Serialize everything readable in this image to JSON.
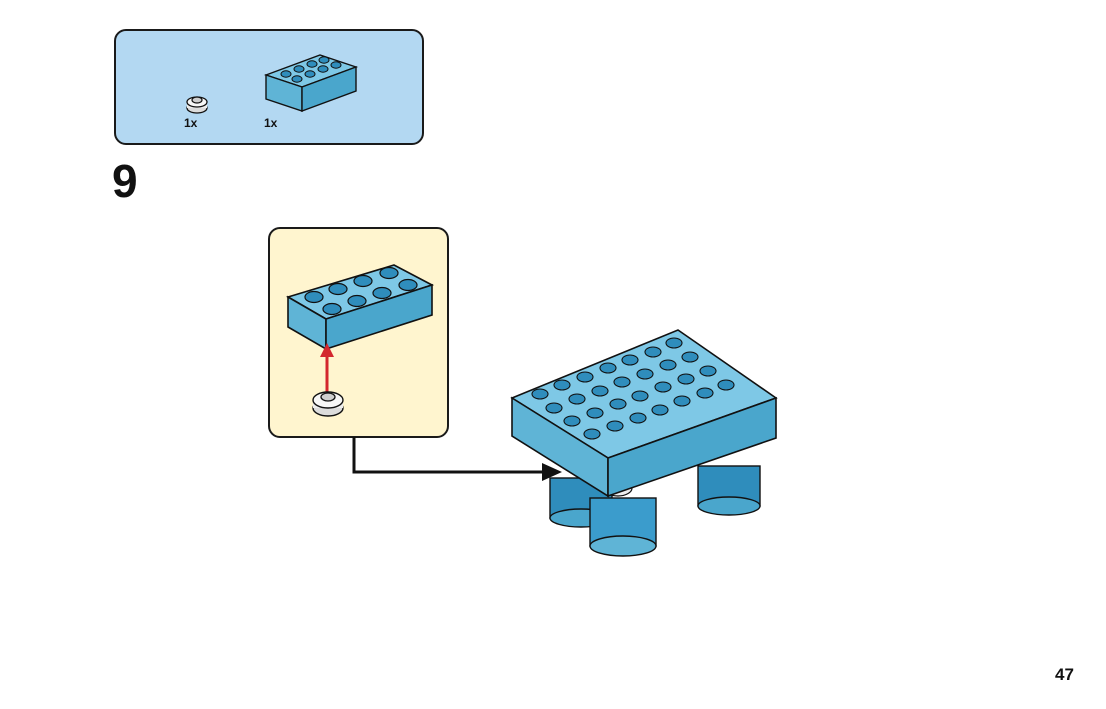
{
  "parts_list": {
    "items": [
      {
        "part": "round-plate-1x1-white",
        "quantity": "1x"
      },
      {
        "part": "brick-2x4-light-blue",
        "quantity": "1x"
      }
    ]
  },
  "step": {
    "number": "9"
  },
  "page": {
    "number": "47"
  },
  "colors": {
    "parts_panel_bg": "#b3d8f2",
    "callout_bg": "#fff5cf",
    "brick_blue": "#5fb4d6",
    "brick_blue_dark": "#2f8dbc",
    "assembly_arrow": "#d3272e"
  }
}
